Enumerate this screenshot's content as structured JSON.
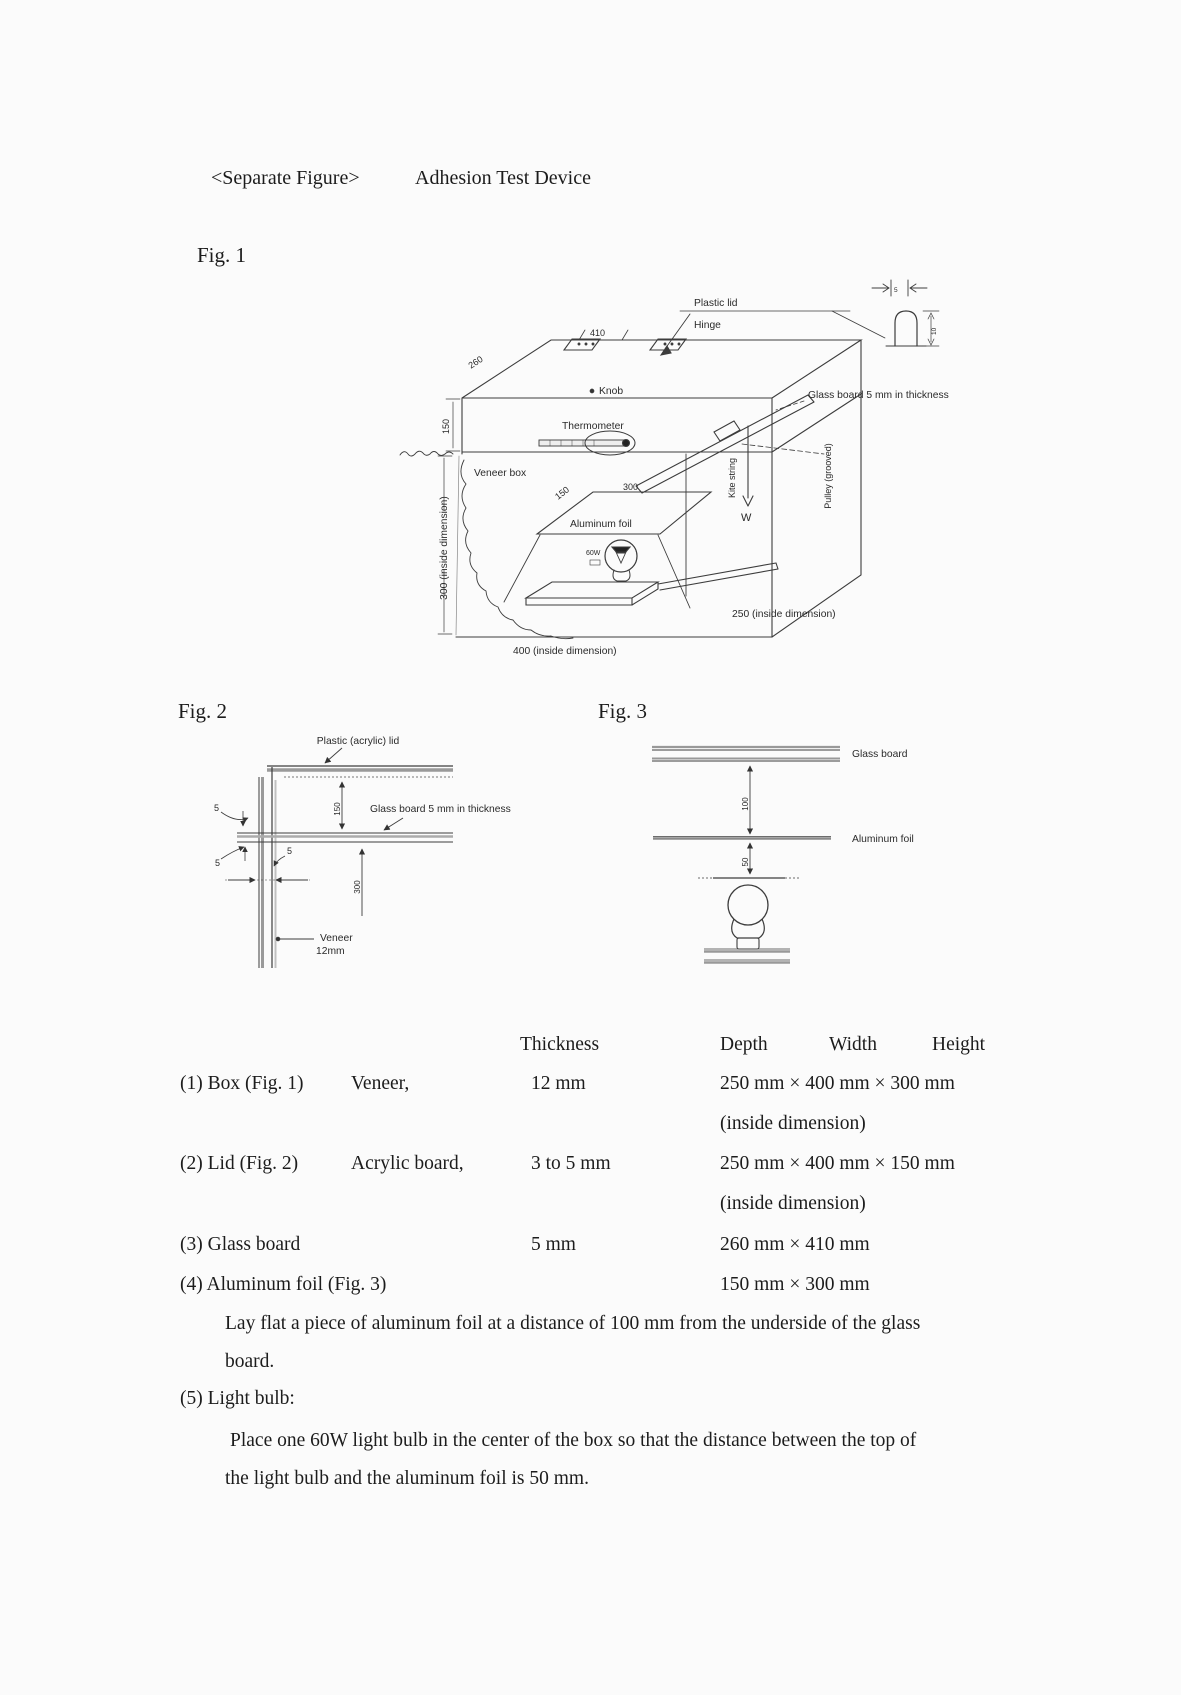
{
  "doc": {
    "tag": "<Separate Figure>",
    "title": "Adhesion Test Device"
  },
  "fig1": {
    "caption": "Fig. 1",
    "plastic_lid": "Plastic lid",
    "hinge": "Hinge",
    "dim410": "410",
    "dim260": "260",
    "dim150_lid": "150",
    "knob": "Knob",
    "thermometer": "Thermometer",
    "glass_board": "Glass board 5 mm in thickness",
    "veneer_box": "Veneer box",
    "dim150_foil": "150",
    "dim300_foil": "300",
    "aluminum_foil": "Aluminum foil",
    "bulb_watt": "60W",
    "dim300_inside": "300 (inside dimension)",
    "dim250_inside": "250 (inside dimension)",
    "dim400_inside": "400 (inside dimension)",
    "kite_string": "Kite string",
    "weight_w": "W",
    "pulley": "Pulley (grooved)",
    "knob_dim_w": "5",
    "knob_dim_h": "10"
  },
  "fig2": {
    "caption": "Fig. 2",
    "plastic_lid": "Plastic (acrylic) lid",
    "glass_board": "Glass board 5 mm in thickness",
    "dim150": "150",
    "dim300": "300",
    "gap_top": "5",
    "gap_bottom": "5",
    "gap_wall": "5",
    "veneer": "Veneer",
    "veneer_thickness": "12mm"
  },
  "fig3": {
    "caption": "Fig. 3",
    "glass_board": "Glass board",
    "aluminum_foil": "Aluminum foil",
    "dim100": "100",
    "dim50": "50"
  },
  "spec_table": {
    "headers": {
      "thickness": "Thickness",
      "depth": "Depth",
      "width": "Width",
      "height": "Height"
    },
    "rows": [
      {
        "item": "(1) Box (Fig. 1)",
        "material": "Veneer,",
        "thickness": "12 mm",
        "dimensions": "250 mm × 400 mm × 300 mm",
        "note": "(inside dimension)"
      },
      {
        "item": "(2) Lid (Fig. 2)",
        "material": "Acrylic board,",
        "thickness": "3 to 5 mm",
        "dimensions": "250 mm × 400 mm × 150 mm",
        "note": "(inside dimension)"
      },
      {
        "item": "(3) Glass board",
        "material": "",
        "thickness": "5 mm",
        "dimensions": "260 mm × 410 mm",
        "note": ""
      },
      {
        "item": "(4) Aluminum foil (Fig. 3)",
        "material": "",
        "thickness": "",
        "dimensions": "150 mm × 300 mm",
        "note": ""
      }
    ],
    "foil_note": [
      "Lay flat a piece of aluminum foil at a distance of 100 mm from the underside of the glass",
      "board."
    ],
    "item5_label": "(5) Light bulb:",
    "bulb_note": [
      "Place one 60W light bulb in the center of the box so that the distance between the top of",
      "the light bulb and the aluminum foil is 50 mm."
    ]
  }
}
